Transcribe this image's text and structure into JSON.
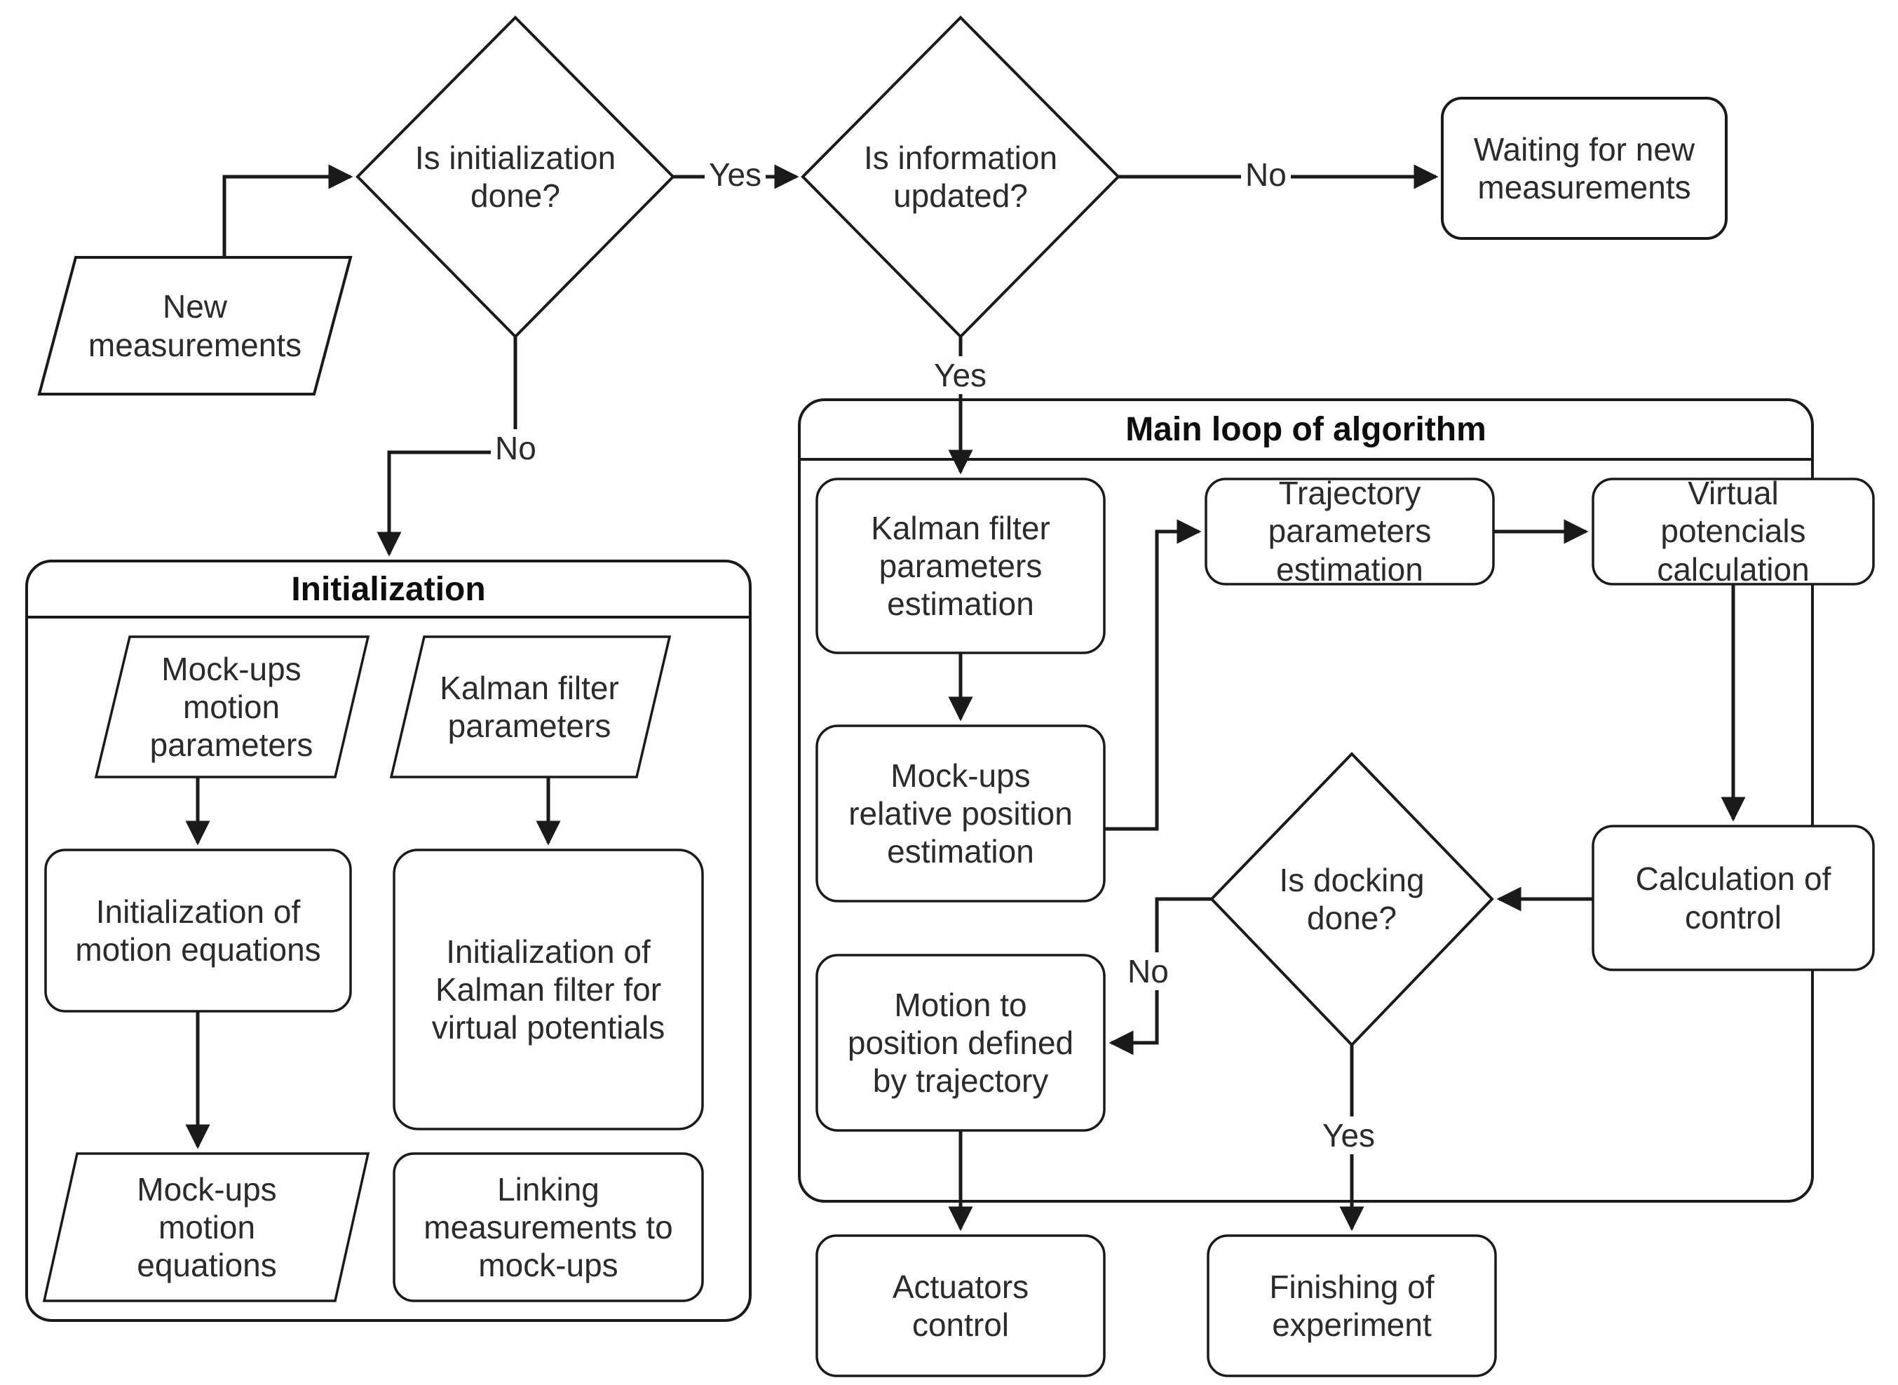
{
  "diagram": {
    "title": "Docking algorithm flowchart",
    "stroke_color": "#1a1a1a",
    "text_color": "#2b2b2b",
    "background": "#ffffff"
  },
  "nodes": {
    "new_measurements": "New\nmeasurements",
    "is_initialization_done": "Is initialization\ndone?",
    "is_information_updated": "Is information\nupdated?",
    "waiting_for_new_measurements": "Waiting for new\nmeasurements",
    "mockups_motion_parameters": "Mock-ups\nmotion\nparameters",
    "kalman_filter_parameters": "Kalman filter\nparameters",
    "initialization_of_motion_equations": "Initialization of\nmotion equations",
    "initialization_of_kalman_filter": "Initialization of\nKalman filter for\nvirtual potentials",
    "mockups_motion_equations": "Mock-ups\nmotion\nequations",
    "linking_measurements_to_mockups": "Linking\nmeasurements to\nmock-ups",
    "kalman_filter_parameters_estimation": "Kalman filter\nparameters\nestimation",
    "trajectory_parameters_estimation": "Trajectory\nparameters\nestimation",
    "virtual_potencials_calculation": "Virtual\npotencials\ncalculation",
    "mockups_relative_position_estimation": "Mock-ups\nrelative position\nestimation",
    "is_docking_done": "Is docking\ndone?",
    "calculation_of_control": "Calculation of\ncontrol",
    "motion_to_position_defined_by_trajectory": "Motion to\nposition defined\nby trajectory",
    "actuators_control": "Actuators\ncontrol",
    "finishing_of_experiment": "Finishing of\nexperiment"
  },
  "containers": {
    "initialization_title": "Initialization",
    "main_loop_title": "Main loop of algorithm"
  },
  "edge_labels": {
    "init_yes": "Yes",
    "init_no": "No",
    "info_no": "No",
    "info_yes": "Yes",
    "docking_no": "No",
    "docking_yes": "Yes"
  }
}
